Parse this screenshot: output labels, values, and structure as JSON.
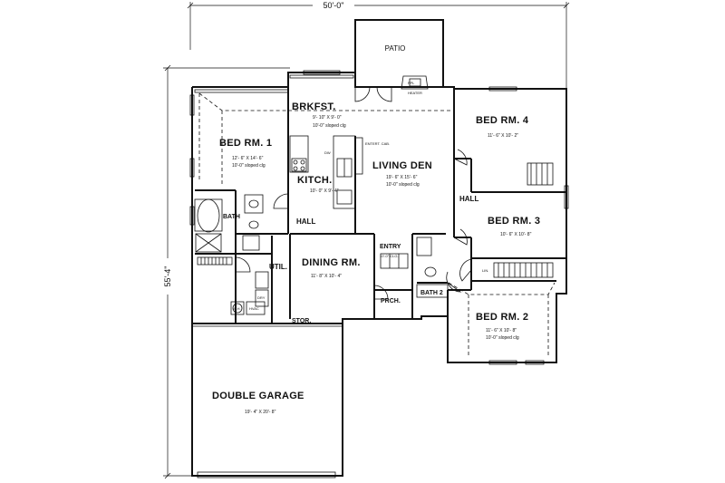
{
  "dimensions": {
    "overall_width": "50'-0\"",
    "overall_depth": "55'-4\""
  },
  "rooms": {
    "patio": "PATIO",
    "breakfast": {
      "name": "BRKFST.",
      "size": "9'- 10\" X 9'- 0\"",
      "note": "10'-0\" sloped clg"
    },
    "bed1": {
      "name": "BED RM. 1",
      "size": "12'- 6\" X 14'- 6\"",
      "note": "10'-0\" sloped clg"
    },
    "living": {
      "name": "LIVING DEN",
      "size": "19'- 6\" X 15'- 6\"",
      "note": "10'-0\" sloped clg"
    },
    "bed4": {
      "name": "BED RM. 4",
      "size": "11'- 6\" X 10'- 2\""
    },
    "kitchen": {
      "name": "KITCH.",
      "size": "10'- 0\" X 9'- 4\""
    },
    "bed3": {
      "name": "BED RM. 3",
      "size": "10'- 6\" X 10'- 8\""
    },
    "bath": "BATH",
    "hall_left": "HALL",
    "hall_right": "HALL",
    "entry": {
      "name": "ENTRY",
      "note": "10'-0\" CLG."
    },
    "dining": {
      "name": "DINING RM.",
      "size": "11'- 8\" X 10'- 4\""
    },
    "util": "UTIL.",
    "bath2": "BATH 2",
    "porch": "PRCH.",
    "bed2": {
      "name": "BED RM. 2",
      "size": "11'- 6\" X 10'- 8\"",
      "note": "10'-0\" sloped clg"
    },
    "storage": "STOR.",
    "garage": {
      "name": "DOUBLE GARAGE",
      "size": "19'- 4\" X 20'- 8\""
    }
  },
  "fixtures": {
    "water_heater": "WH",
    "fireplace": "FPL",
    "heater": "HEATER",
    "dw": "DW",
    "hvac": "HVAC",
    "wh2": "W.H.",
    "dryer": "DRY",
    "entertainment": "ENTERT. CAB.",
    "linen": "LIN."
  }
}
